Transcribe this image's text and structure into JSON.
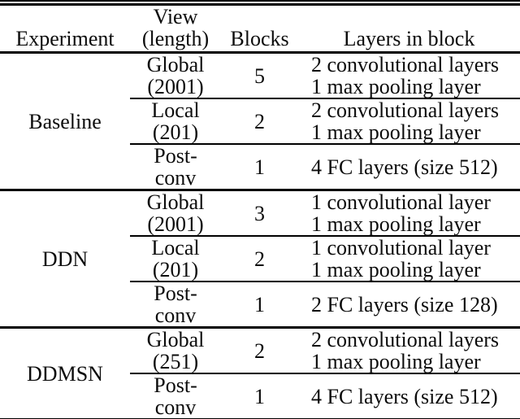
{
  "colors": {
    "background": "#ffffff",
    "text": "#0c0c0c",
    "rule": "#000000",
    "bottom_bar": "#262626"
  },
  "table": {
    "header": {
      "experiment": "Experiment",
      "view_line1": "View",
      "view_line2": "(length)",
      "blocks": "Blocks",
      "layers": "Layers in block"
    },
    "sections": [
      {
        "experiment": "Baseline",
        "rows": [
          {
            "view_line1": "Global",
            "view_line2": "(2001)",
            "blocks": "5",
            "layers_line1": "2 convolutional layers",
            "layers_line2": "1 max pooling layer"
          },
          {
            "view_line1": "Local",
            "view_line2": "(201)",
            "blocks": "2",
            "layers_line1": "2 convolutional layers",
            "layers_line2": "1 max pooling layer"
          },
          {
            "view_line1": "Post-",
            "view_line2": "conv",
            "blocks": "1",
            "layers_line1": "4 FC layers (size 512)",
            "layers_line2": ""
          }
        ]
      },
      {
        "experiment": "DDN",
        "rows": [
          {
            "view_line1": "Global",
            "view_line2": "(2001)",
            "blocks": "3",
            "layers_line1": "1 convolutional layer",
            "layers_line2": "1 max pooling layer"
          },
          {
            "view_line1": "Local",
            "view_line2": "(201)",
            "blocks": "2",
            "layers_line1": "1 convolutional layer",
            "layers_line2": "1 max pooling layer"
          },
          {
            "view_line1": "Post-",
            "view_line2": "conv",
            "blocks": "1",
            "layers_line1": "2 FC layers (size 128)",
            "layers_line2": ""
          }
        ]
      },
      {
        "experiment": "DDMSN",
        "rows": [
          {
            "view_line1": "Global",
            "view_line2": "(251)",
            "blocks": "2",
            "layers_line1": "2 convolutional layers",
            "layers_line2": "1 max pooling layer"
          },
          {
            "view_line1": "Post-",
            "view_line2": "conv",
            "blocks": "1",
            "layers_line1": "4 FC layers (size 512)",
            "layers_line2": ""
          }
        ]
      }
    ]
  }
}
